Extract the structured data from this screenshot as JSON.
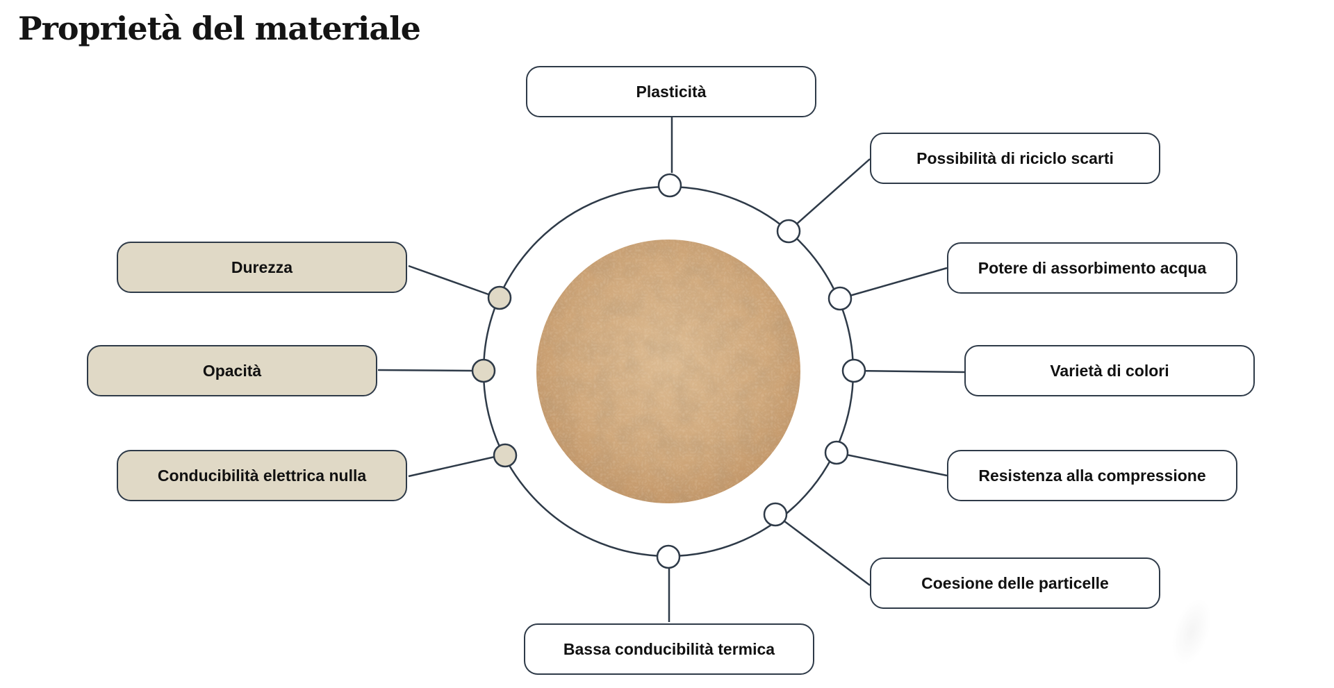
{
  "title": "Proprietà del materiale",
  "colors": {
    "stroke": "#2e3a48",
    "box_fill_highlight": "#e0d9c6",
    "box_fill_default": "#ffffff",
    "material_center": "#d8b388",
    "material_edge": "#c19466"
  },
  "center_image": "texture of beige earth / clay material",
  "properties_left": [
    {
      "label": "Durezza",
      "highlight": true
    },
    {
      "label": "Opacità",
      "highlight": true
    },
    {
      "label": "Conducibilità elettrica nulla",
      "highlight": true
    }
  ],
  "properties_right": [
    {
      "label": "Plasticità",
      "highlight": false
    },
    {
      "label": "Possibilità di riciclo scarti",
      "highlight": false
    },
    {
      "label": "Potere di assorbimento acqua",
      "highlight": false
    },
    {
      "label": "Varietà di colori",
      "highlight": false
    },
    {
      "label": "Resistenza alla compressione",
      "highlight": false
    },
    {
      "label": "Coesione delle particelle",
      "highlight": false
    },
    {
      "label": "Bassa conducibilità termica",
      "highlight": false
    }
  ]
}
